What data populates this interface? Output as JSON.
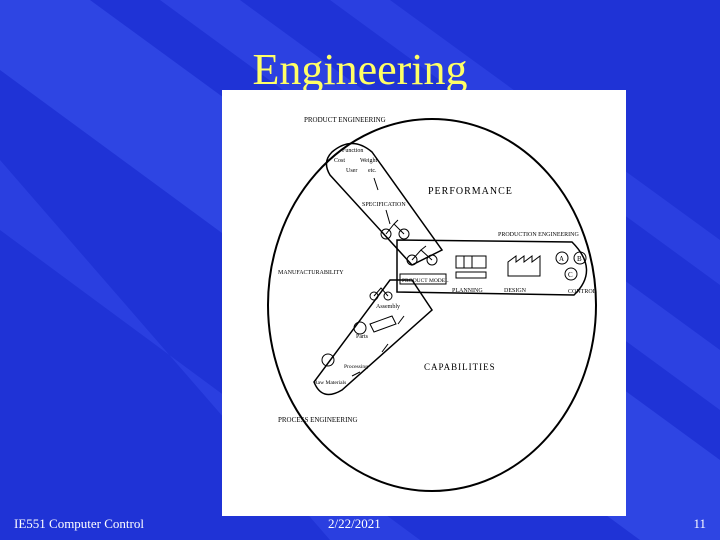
{
  "slide": {
    "title": "Engineering",
    "footer_left": "IE551 Computer Control",
    "footer_date": "2/22/2021",
    "footer_page": "11"
  },
  "figure": {
    "product_engineering": "PRODUCT ENGINEERING",
    "function": "Function",
    "cost": "Cost",
    "weight": "Weight",
    "user": "User",
    "etc": "etc.",
    "specification": "SPECIFICATION",
    "performance": "PERFORMANCE",
    "production_engineering": "PRODUCTION ENGINEERING",
    "manufacturability": "MANUFACTURABILITY",
    "product_model": "PRODUCT MODEL",
    "planning": "PLANNING",
    "design": "DESIGN",
    "control": "CONTROL",
    "assembly": "Assembly",
    "parts": "Parts",
    "processing": "Processing",
    "raw_materials": "Raw Materials",
    "capabilities": "CAPABILITIES",
    "process_engineering": "PROCESS ENGINEERING",
    "node_a": "A",
    "node_b": "B",
    "node_c": "C"
  }
}
